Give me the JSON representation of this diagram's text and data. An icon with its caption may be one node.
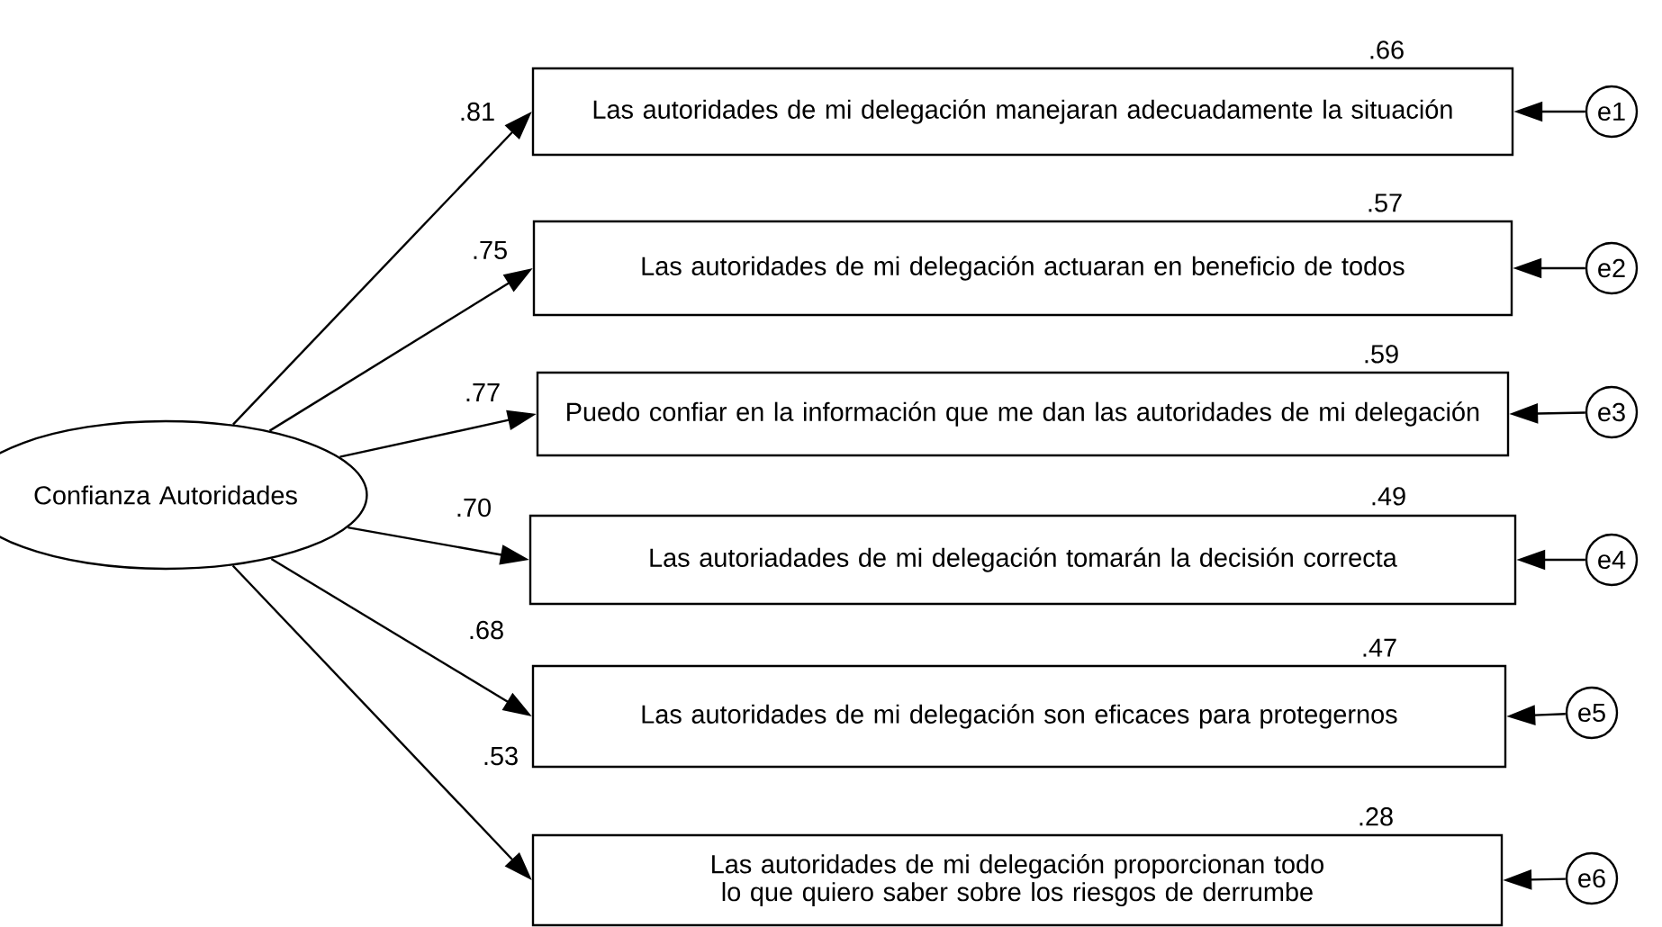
{
  "diagram": {
    "nodes": [
      {
        "text": [
          "Confianza Autoridades"
        ]
      },
      {
        "text": [
          "Las autoridades de mi delegación manejaran adecuadamente la situación"
        ],
        "beside": [
          ".66"
        ]
      },
      {
        "text": [
          "Las autoridades de mi delegación actuaran en beneficio de todos"
        ],
        "beside": [
          ".57"
        ]
      },
      {
        "text": [
          "Puedo confiar en la información que me dan las autoridades de mi delegación"
        ],
        "beside": [
          ".59"
        ]
      },
      {
        "text": [
          "Las autoriadades de mi delegación tomarán la decisión correcta"
        ],
        "beside": [
          ".49"
        ]
      },
      {
        "text": [
          "Las autoridades de mi delegación son eficaces para protegernos"
        ],
        "beside": [
          ".47"
        ]
      },
      {
        "text": [
          "Las autoridades de mi delegación proporcionan todo lo que quiero saber sobre los riesgos de derrumbe"
        ],
        "beside": [
          ".28"
        ]
      },
      {
        "text": [
          "e1"
        ]
      },
      {
        "text": [
          "e2"
        ]
      },
      {
        "text": [
          "e3"
        ]
      },
      {
        "text": [
          "e4"
        ]
      },
      {
        "text": [
          "e5"
        ]
      },
      {
        "text": [
          "e6"
        ]
      }
    ],
    "edges": [
      {
        "from": 0,
        "to": 1,
        "arrow": "to",
        "label": ".81"
      },
      {
        "from": 0,
        "to": 2,
        "arrow": "to",
        "label": ".75"
      },
      {
        "from": 0,
        "to": 3,
        "arrow": "to",
        "label": ".77"
      },
      {
        "from": 0,
        "to": 4,
        "arrow": "to",
        "label": ".70"
      },
      {
        "from": 0,
        "to": 5,
        "arrow": "to",
        "label": ".68"
      },
      {
        "from": 0,
        "to": 6,
        "arrow": "to",
        "label": ".53"
      },
      {
        "from": 7,
        "to": 1,
        "arrow": "to"
      },
      {
        "from": 8,
        "to": 2,
        "arrow": "to"
      },
      {
        "from": 9,
        "to": 3,
        "arrow": "to"
      },
      {
        "from": 10,
        "to": 4,
        "arrow": "to"
      },
      {
        "from": 11,
        "to": 5,
        "arrow": "to"
      },
      {
        "from": 12,
        "to": 6,
        "arrow": "to"
      }
    ]
  }
}
